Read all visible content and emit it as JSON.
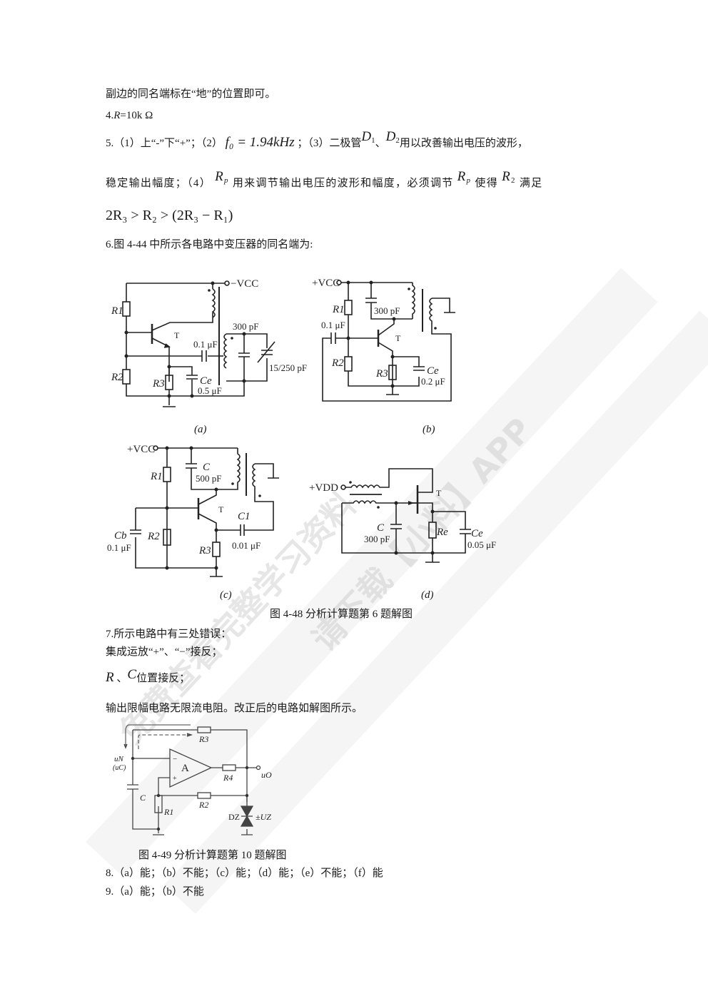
{
  "paragraphs": {
    "p1": "副边的同名端标在“地”的位置即可。",
    "p2_prefix": "4.",
    "p2_var": "R",
    "p2_value": "=10k Ω",
    "p3_a": "5.（1）上“-”下“+”；（2）",
    "p3_formula": "f₀ = 1.94kHz",
    "p3_b": "；（3）二极管",
    "p3_d1": "D",
    "p3_d1_sub": "1",
    "p3_sep": "、",
    "p3_d2": "D",
    "p3_d2_sub": "2",
    "p3_c": "用以改善输出电压的波形，",
    "p4_a": "稳定输出幅度；（4）",
    "p4_rp": "R",
    "p4_rp_sub": "p",
    "p4_b": "用来调节输出电压的波形和幅度，必须调节",
    "p4_c": "使得",
    "p4_r2": "R",
    "p4_r2_sub": "2",
    "p4_d": "满足",
    "p5_formula": "2R₃ > R₂ > (2R₃ − R₁)",
    "p6": "6.图 4-44 中所示各电路中变压器的同名端为:",
    "fig48_caption": "图 4-48  分析计算题第 6 题解图",
    "p7": "7.所示电路中有三处错误：",
    "p8": "集成运放“+”、“−”接反；",
    "p9_r": "R",
    "p9_sep": "、",
    "p9_c": "C",
    "p9_text": "位置接反；",
    "p10": "输出限幅电路无限流电阻。改正后的电路如解图所示。",
    "fig49_caption": "图 4-49  分析计算题第 10 题解图",
    "p11": "8.（a）能；（b）不能；（c）能；（d）能；（e）不能；（f）能",
    "p12": "9.（a）能；（b）不能"
  },
  "figure_4_48": {
    "subfigures": [
      {
        "label": "(a)",
        "components": {
          "supply": "−VCC",
          "R1": "R1",
          "R2": "R2",
          "R3": "R3",
          "T": "T",
          "Cc": "0.1 μF",
          "C_tank": "300 pF",
          "C_var": "15/250 pF",
          "Ce": "Ce",
          "Ce_value": "0.5 μF"
        }
      },
      {
        "label": "(b)",
        "components": {
          "supply": "+VCC",
          "R1": "R1",
          "R2": "R2",
          "R3": "R3",
          "T": "T",
          "Cc": "0.1 μF",
          "C_tank": "300 pF",
          "Ce": "Ce",
          "Ce_value": "0.2 μF"
        }
      },
      {
        "label": "(c)",
        "components": {
          "supply": "+VCC",
          "R1": "R1",
          "R2": "R2",
          "R3": "R3",
          "T": "T",
          "C": "C",
          "C_value": "500 pF",
          "C1": "C1",
          "C1_value": "0.01 μF",
          "Cb": "Cb",
          "Cb_value": "0.1 μF"
        }
      },
      {
        "label": "(d)",
        "components": {
          "supply": "+VDD",
          "T": "T",
          "C": "C",
          "C_value": "300 pF",
          "Re": "Re",
          "Ce": "Ce",
          "Ce_value": "0.05 μF"
        }
      }
    ]
  },
  "figure_4_49": {
    "labels": {
      "uN": "uN",
      "uC": "(uC)",
      "A": "A",
      "R1": "R1",
      "R2": "R2",
      "R3": "R3",
      "R4": "R4",
      "C": "C",
      "DZ": "DZ",
      "UZ": "±UZ",
      "uO": "uO",
      "minus": "−",
      "plus": "+"
    }
  },
  "watermark": {
    "line1": "免费查看完整学习资料",
    "line2": "请下载【小料】APP"
  }
}
